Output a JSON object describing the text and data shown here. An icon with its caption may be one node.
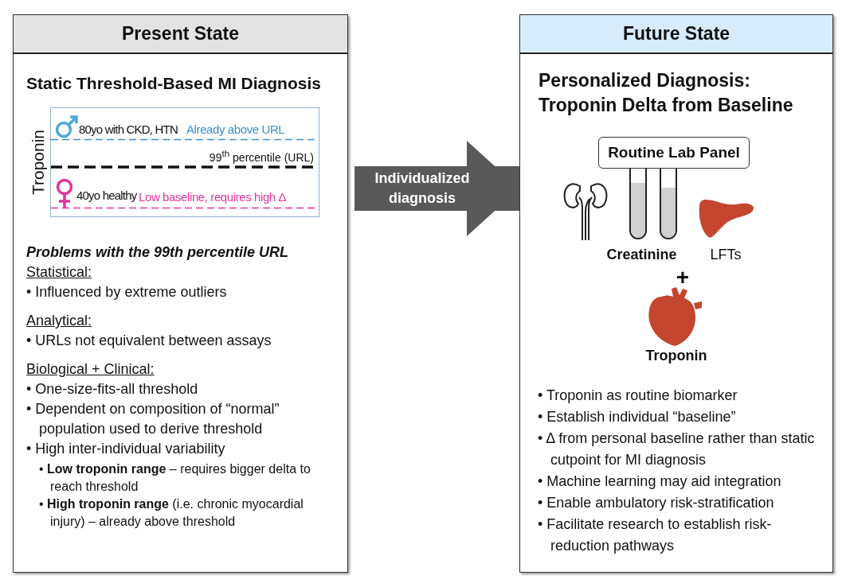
{
  "diagram": {
    "nodes": [
      {
        "text": [
          "Present State",
          "Static Threshold-Based MI Diagnosis",
          "Problems with the 99th percentile URL",
          "Statistical:",
          "• Influenced by extreme outliers",
          "Analytical:",
          "• URLs not equivalent between assays",
          "Biological + Clinical:",
          "• One-size-fits-all threshold",
          "• Dependent on composition of “normal” population used to derive threshold",
          "• High inter-individual variability",
          "• **Low troponin range** – requires bigger delta to reach threshold",
          "• **High troponin range** (i.e. chronic myocardial injury) – already above threshold"
        ]
      },
      {
        "text": [
          "80yo with CKD, HTN",
          "Already above URL",
          "99$^{th}$ percentile (URL)",
          "40yo healthy",
          "Low baseline, requires high Δ"
        ],
        "beside": [
          "Troponin"
        ],
        "in": 0
      },
      {
        "text": [
          "Future State",
          "Personalized Diagnosis: Troponin Delta from Baseline",
          "• Troponin as routine biomarker",
          "• Establish individual “baseline”",
          "• Δ from personal baseline rather than static cutpoint for MI diagnosis",
          "• Machine learning may aid integration",
          "• Enable ambulatory risk-stratification",
          "• Facilitate research to establish risk-reduction pathways"
        ]
      },
      {
        "text": [
          "Routine Lab Panel"
        ],
        "in": 2
      }
    ],
    "edges": [
      {
        "from": 0,
        "to": 2,
        "arrow": "to",
        "label": "Individualized diagnosis"
      }
    ],
    "labels": [
      "Creatinine",
      "LFTs",
      "+",
      "Troponin"
    ]
  }
}
